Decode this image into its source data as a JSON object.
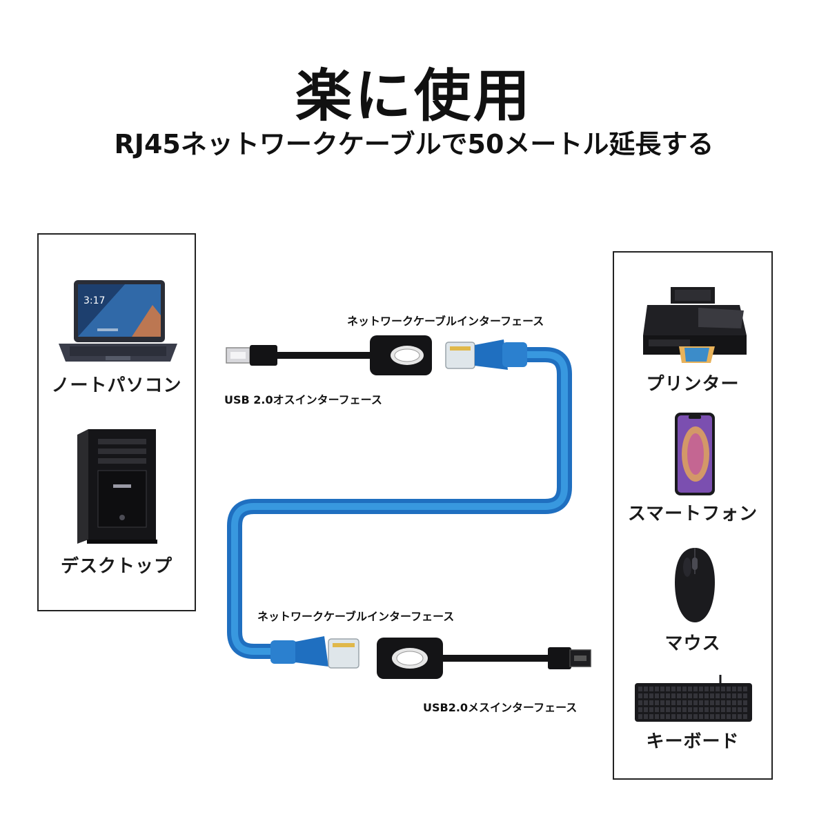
{
  "header": {
    "title": "楽に使用",
    "subtitle": "RJ45ネットワークケーブルで50メートル延長する"
  },
  "left_panel": {
    "devices": [
      {
        "label": "ノートパソコン",
        "icon": "laptop-icon"
      },
      {
        "label": "デスクトップ",
        "icon": "desktop-tower-icon"
      }
    ],
    "laptop_clock": "3:17"
  },
  "right_panel": {
    "devices": [
      {
        "label": "プリンター",
        "icon": "printer-icon"
      },
      {
        "label": "スマートフォン",
        "icon": "smartphone-icon"
      },
      {
        "label": "マウス",
        "icon": "mouse-icon"
      },
      {
        "label": "キーボード",
        "icon": "keyboard-icon"
      }
    ]
  },
  "cable": {
    "top_network_interface": "ネットワークケーブルインターフェース",
    "usb_male_interface": "USB 2.0オスインターフェース",
    "bottom_network_interface": "ネットワークケーブルインターフェース",
    "usb_female_interface": "USB2.0メスインターフェース"
  },
  "colors": {
    "cable_blue": "#2b8fd8",
    "connector_blue": "#1f6fc0",
    "device_dark": "#1b1b1f",
    "border": "#222222"
  }
}
